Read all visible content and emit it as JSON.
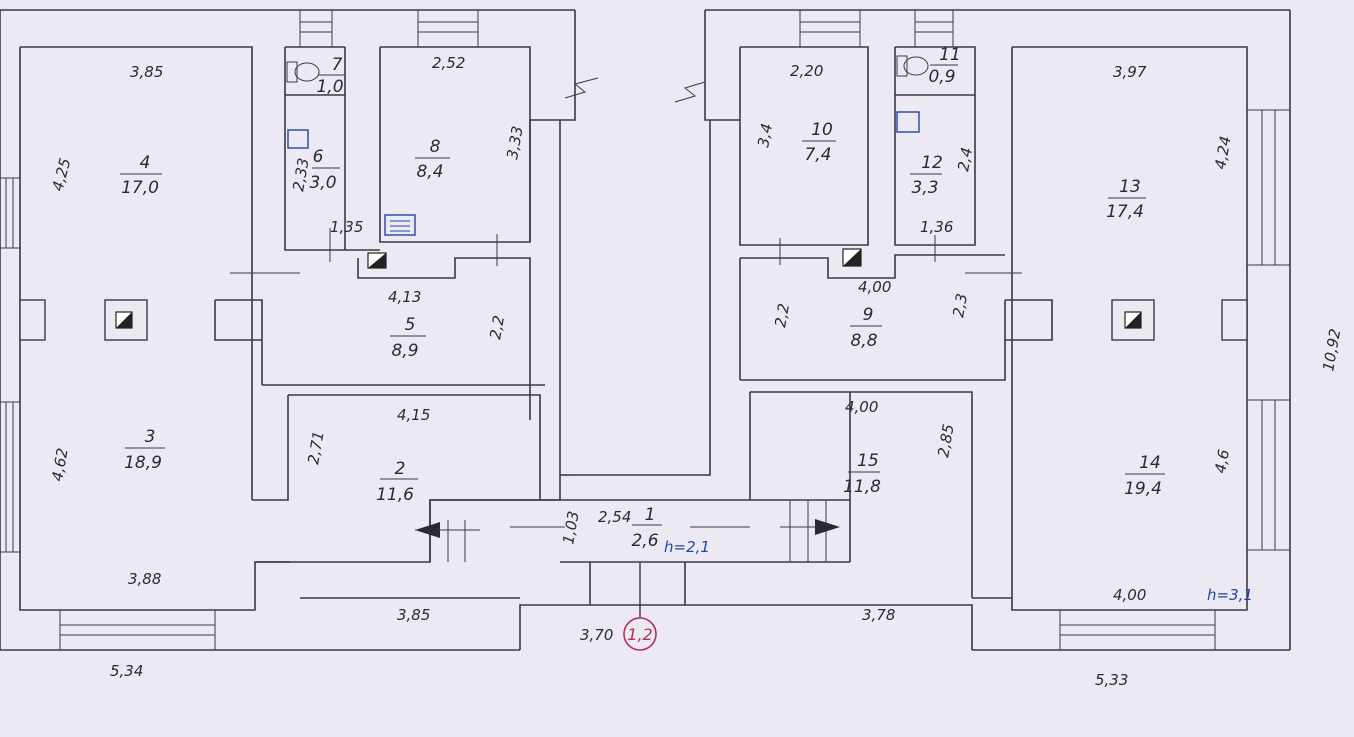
{
  "rooms": [
    {
      "id": "r1",
      "num": "1",
      "area": "2,6"
    },
    {
      "id": "r2",
      "num": "2",
      "area": "11,6"
    },
    {
      "id": "r3",
      "num": "3",
      "area": "18,9"
    },
    {
      "id": "r4",
      "num": "4",
      "area": "17,0"
    },
    {
      "id": "r5",
      "num": "5",
      "area": "8,9"
    },
    {
      "id": "r6",
      "num": "6",
      "area": "3,0"
    },
    {
      "id": "r7",
      "num": "7",
      "area": "1,0"
    },
    {
      "id": "r8",
      "num": "8",
      "area": "8,4"
    },
    {
      "id": "r9",
      "num": "9",
      "area": "8,8"
    },
    {
      "id": "r10",
      "num": "10",
      "area": "7,4"
    },
    {
      "id": "r11",
      "num": "11",
      "area": "0,9"
    },
    {
      "id": "r12",
      "num": "12",
      "area": "3,3"
    },
    {
      "id": "r13",
      "num": "13",
      "area": "17,4"
    },
    {
      "id": "r14",
      "num": "14",
      "area": "19,4"
    },
    {
      "id": "r15",
      "num": "15",
      "area": "11,8"
    }
  ],
  "dimensions": {
    "d_385_top": "3,85",
    "d_425": "4,25",
    "d_252": "2,52",
    "d_333": "3,33",
    "d_233": "2,33",
    "d_135": "1,35",
    "d_413": "4,13",
    "d_22_left": "2,2",
    "d_415": "4,15",
    "d_271": "2,71",
    "d_462": "4,62",
    "d_388": "3,88",
    "d_534": "5,34",
    "d_385_bottom": "3,85",
    "d_370": "3,70",
    "d_103": "1,03",
    "d_254": "2,54",
    "d_220": "2,20",
    "d_34": "3,4",
    "d_24": "2,4",
    "d_136": "1,36",
    "d_400_a": "4,00",
    "d_22_right": "2,2",
    "d_23": "2,3",
    "d_400_b": "4,00",
    "d_285": "2,85",
    "d_378": "3,78",
    "d_397": "3,97",
    "d_424": "4,24",
    "d_46": "4,6",
    "d_400_c": "4,00",
    "d_533": "5,33",
    "d_1092": "10,92"
  },
  "heights": {
    "h_center": "h=2,1",
    "h_right": "h=3,1"
  },
  "marker": {
    "label": "1,2"
  },
  "colors": {
    "wall": "#3a3a44",
    "blue_note": "#2244aa",
    "marker_ring": "#b0305a",
    "paper": "#ece9f2"
  }
}
